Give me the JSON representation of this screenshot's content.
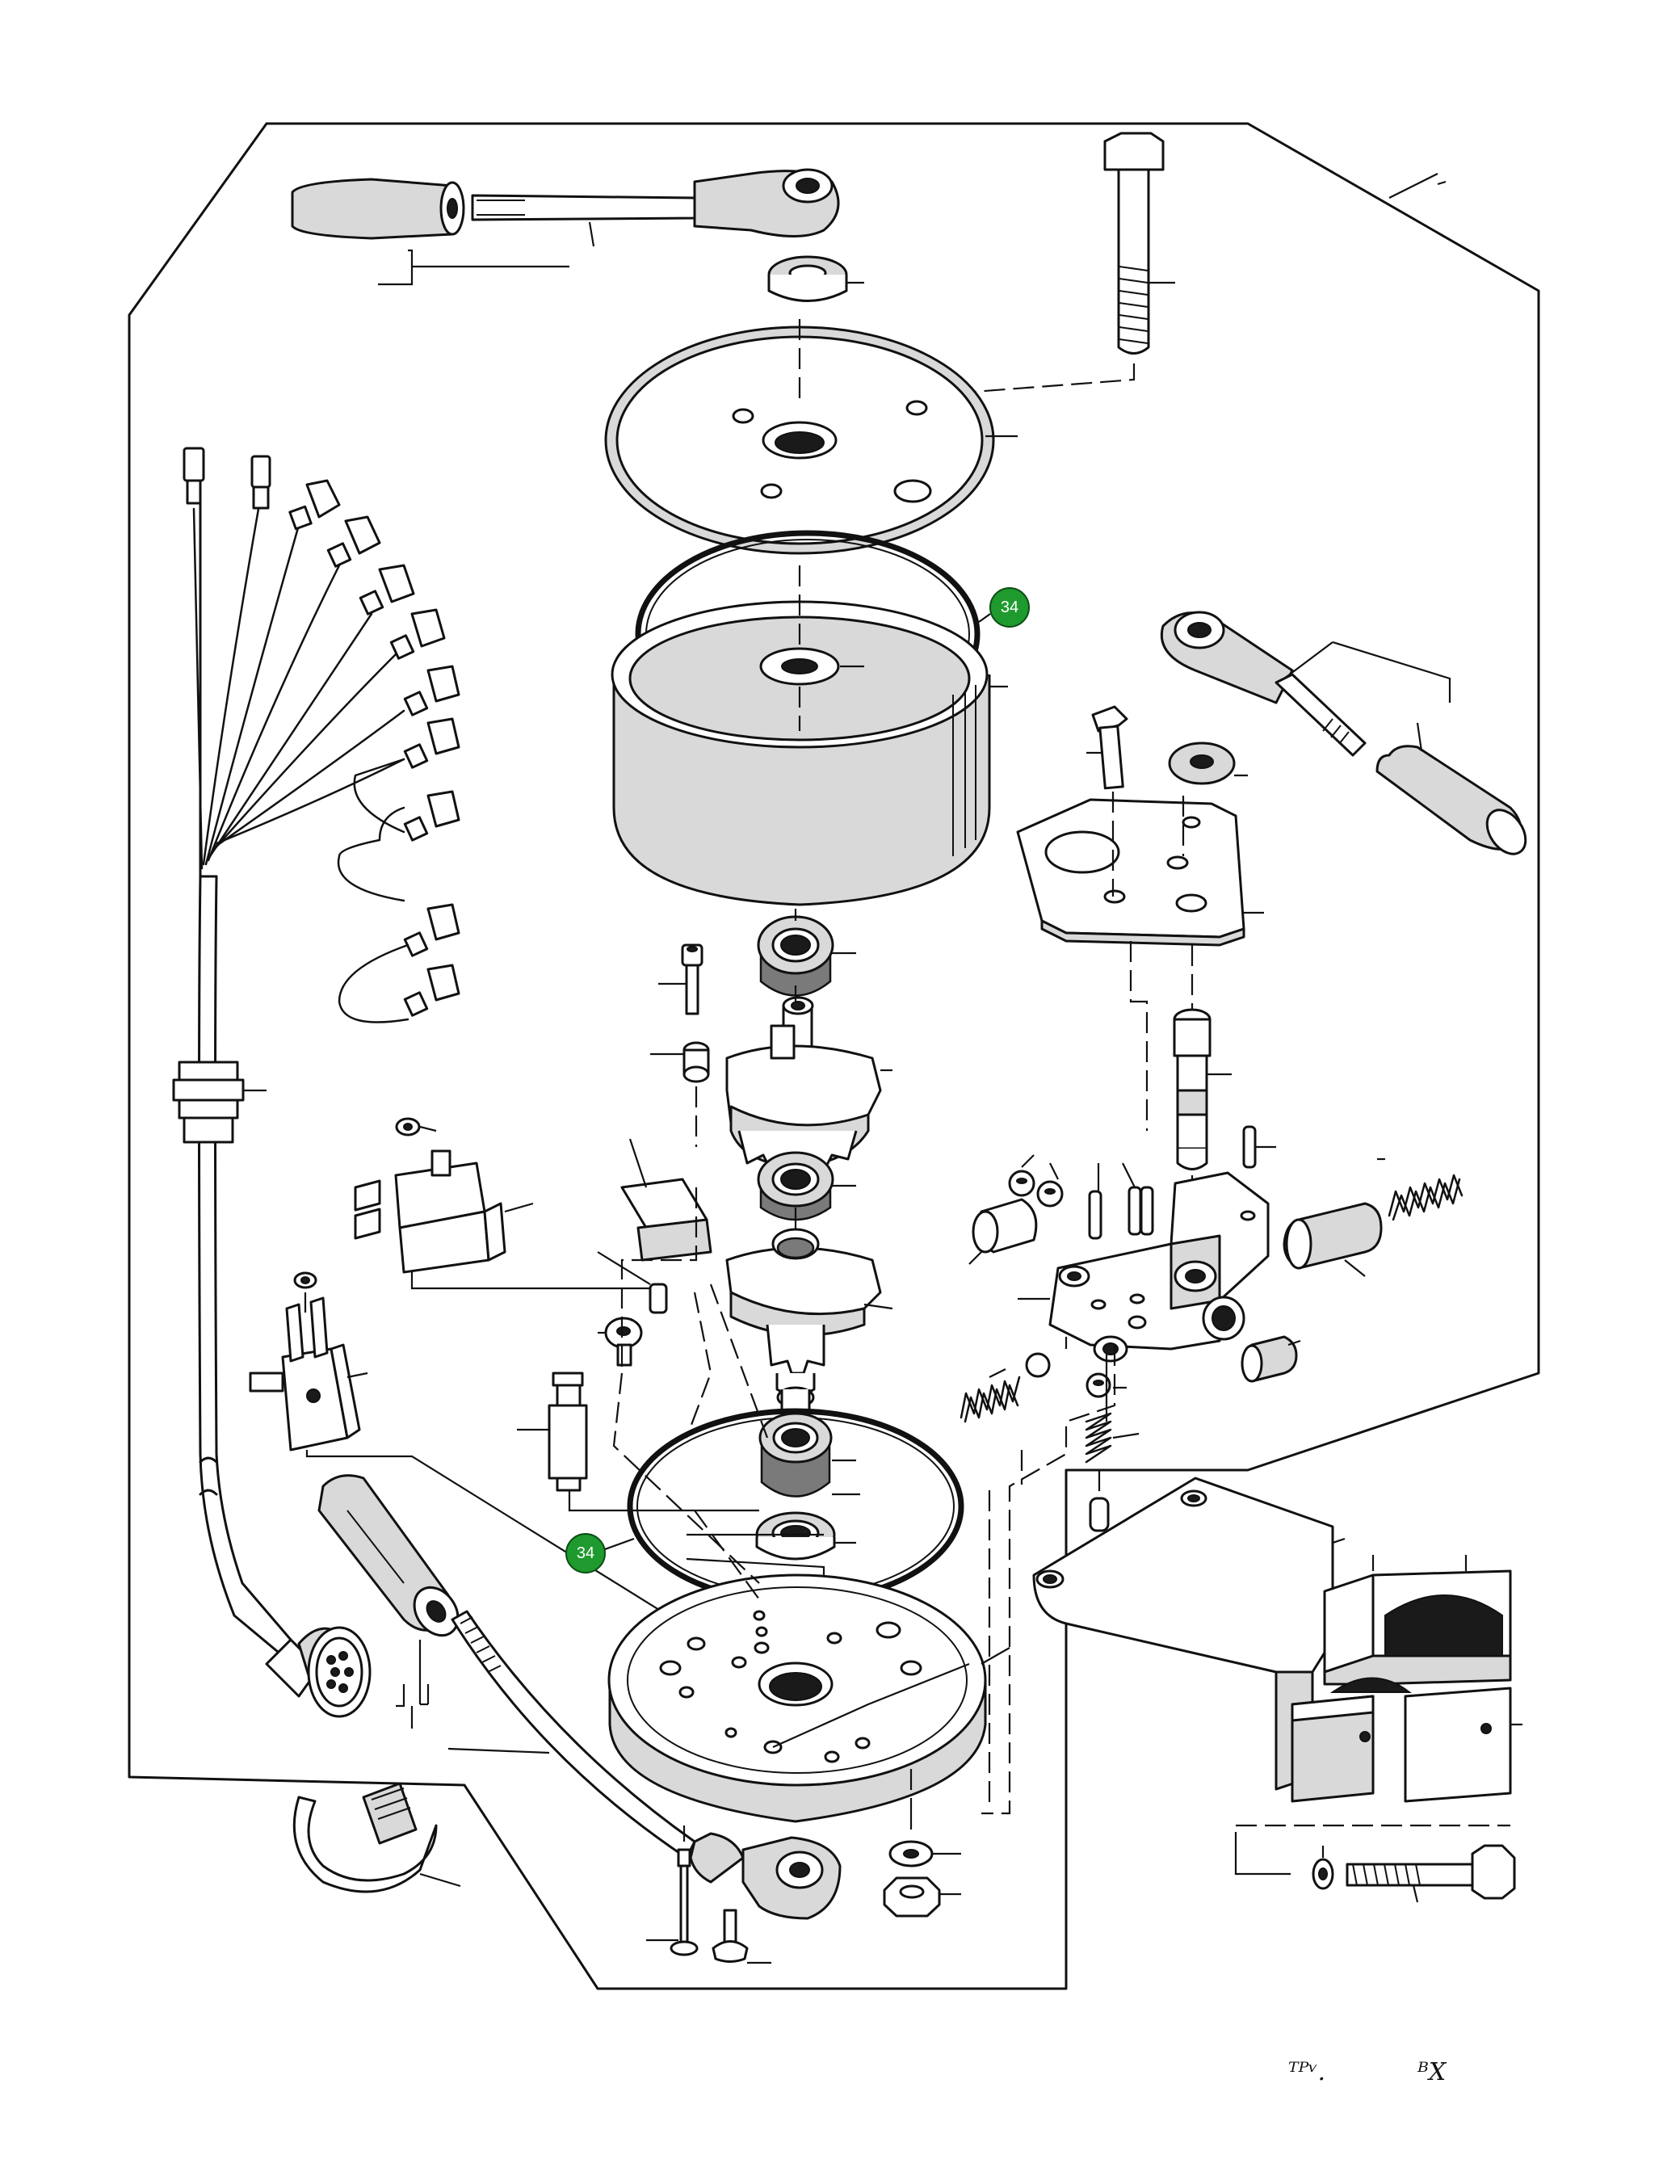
{
  "callouts": [
    {
      "id": "callout-34-upper",
      "label": "34"
    },
    {
      "id": "callout-34-lower",
      "label": "34"
    }
  ],
  "corner_marks": {
    "left": "ᵀᴾᵛ.",
    "right": "ᴮX"
  },
  "colors": {
    "callout_fill": "#1f9a2e",
    "line": "#111111",
    "background": "#ffffff"
  }
}
